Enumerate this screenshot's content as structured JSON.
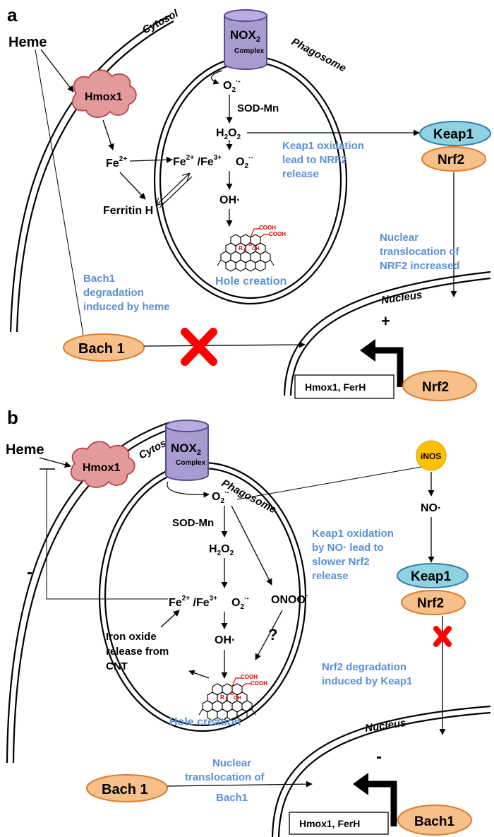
{
  "panel_a": {
    "letter": "a",
    "heme": "Heme",
    "cytosol": "Cytosol",
    "nox_main": "NOX",
    "nox_sub": "2",
    "nox_complex": "Complex",
    "phagosome": "Phagosome",
    "hmox1": "Hmox1",
    "o2_base": "O",
    "o2_sub": "2",
    "o2_sup": "·-",
    "sod": "SOD-Mn",
    "h2o2_a": "H",
    "h2o2_sub1": "2",
    "h2o2_b": "O",
    "h2o2_sub2": "2",
    "fe2": "Fe",
    "fe2_sup": "2+",
    "fe_mix_a": "Fe",
    "fe_mix_sup1": "2+",
    "fe_mix_b": " /Fe",
    "fe_mix_sup2": "3+",
    "fe_mix_o2": "O",
    "fe_mix_o2_sub": "2",
    "fe_mix_o2_sup": "·-",
    "oh": "OH·",
    "ferritin": "Ferritin H",
    "keap1": "Keap1",
    "nrf2": "Nrf2",
    "keap_note_1": "Keap1 oxidation",
    "keap_note_2": "lead to NRF2",
    "keap_note_3": "release",
    "nuclear_note_1": "Nuclear",
    "nuclear_note_2": "translocation of",
    "nuclear_note_3": "NRF2 increased",
    "hole": "Hole creation",
    "bach_note_1": "Bach1",
    "bach_note_2": "degradation",
    "bach_note_3": "induced by heme",
    "nucleus": "Nucleus",
    "bach1": "Bach 1",
    "plus": "+",
    "gene_box": "Hmox1, FerH",
    "nrf2_nuc": "Nrf2",
    "cooh1": "COOH",
    "cooh2": "COOH",
    "oh_group": "OH",
    "r_group": "R",
    "o_group": "O"
  },
  "panel_b": {
    "letter": "b",
    "heme": "Heme",
    "cytosol": "Cytosol",
    "nox_main": "NOX",
    "nox_sub": "2",
    "nox_complex": "Complex",
    "phagosome": "Phagosome",
    "hmox1": "Hmox1",
    "inos": "iNOS",
    "no": "NO·",
    "o2_base": "O",
    "o2_sub": "2",
    "o2_sup": "·-",
    "sod": "SOD-Mn",
    "h2o2_a": "H",
    "h2o2_sub1": "2",
    "h2o2_b": "O",
    "h2o2_sub2": "2",
    "fe_mix_a": "Fe",
    "fe_mix_sup1": "2+",
    "fe_mix_b": " /Fe",
    "fe_mix_sup2": "3+",
    "fe_mix_o2": "O",
    "fe_mix_o2_sub": "2",
    "fe_mix_o2_sup": "·-",
    "onoo": "ONOO",
    "onoo_sup": "-",
    "oh": "OH·",
    "question": "?",
    "minus_left": "-",
    "iron_note_1": "Iron oxide",
    "iron_note_2": "release from",
    "iron_note_3": "CNT",
    "keap_note_1": "Keap1 oxidation",
    "keap_note_2": "by NO· lead to",
    "keap_note_3": "slower Nrf2",
    "keap_note_4": "release",
    "keap1": "Keap1",
    "nrf2": "Nrf2",
    "degr_note_1": "Nrf2 degradation",
    "degr_note_2": "induced by Keap1",
    "hole": "Hole creation",
    "nucleus": "Nucleus",
    "bach1": "Bach 1",
    "nuc_note_1": "Nuclear",
    "nuc_note_2": "translocation of",
    "nuc_note_3": "Bach1",
    "minus": "-",
    "gene_box": "Hmox1, FerH",
    "bach1_nuc": "Bach1",
    "cooh1": "COOH",
    "cooh2": "COOH",
    "oh_group": "OH",
    "r_group": "R",
    "o_group": "O"
  },
  "colors": {
    "orange_fill": "#f7c08a",
    "orange_stroke": "#e07b2a",
    "keap_fill": "#8fd3e3",
    "keap_stroke": "#2f7fb0",
    "hmox_fill": "#e49a9a",
    "hmox_stroke": "#b84545",
    "nox_fill": "#a99bd0",
    "nox_stroke": "#5a4d8f",
    "inos_fill": "#ffc000",
    "blue_text": "#5b8fd6",
    "red_x": "#ff0000"
  }
}
